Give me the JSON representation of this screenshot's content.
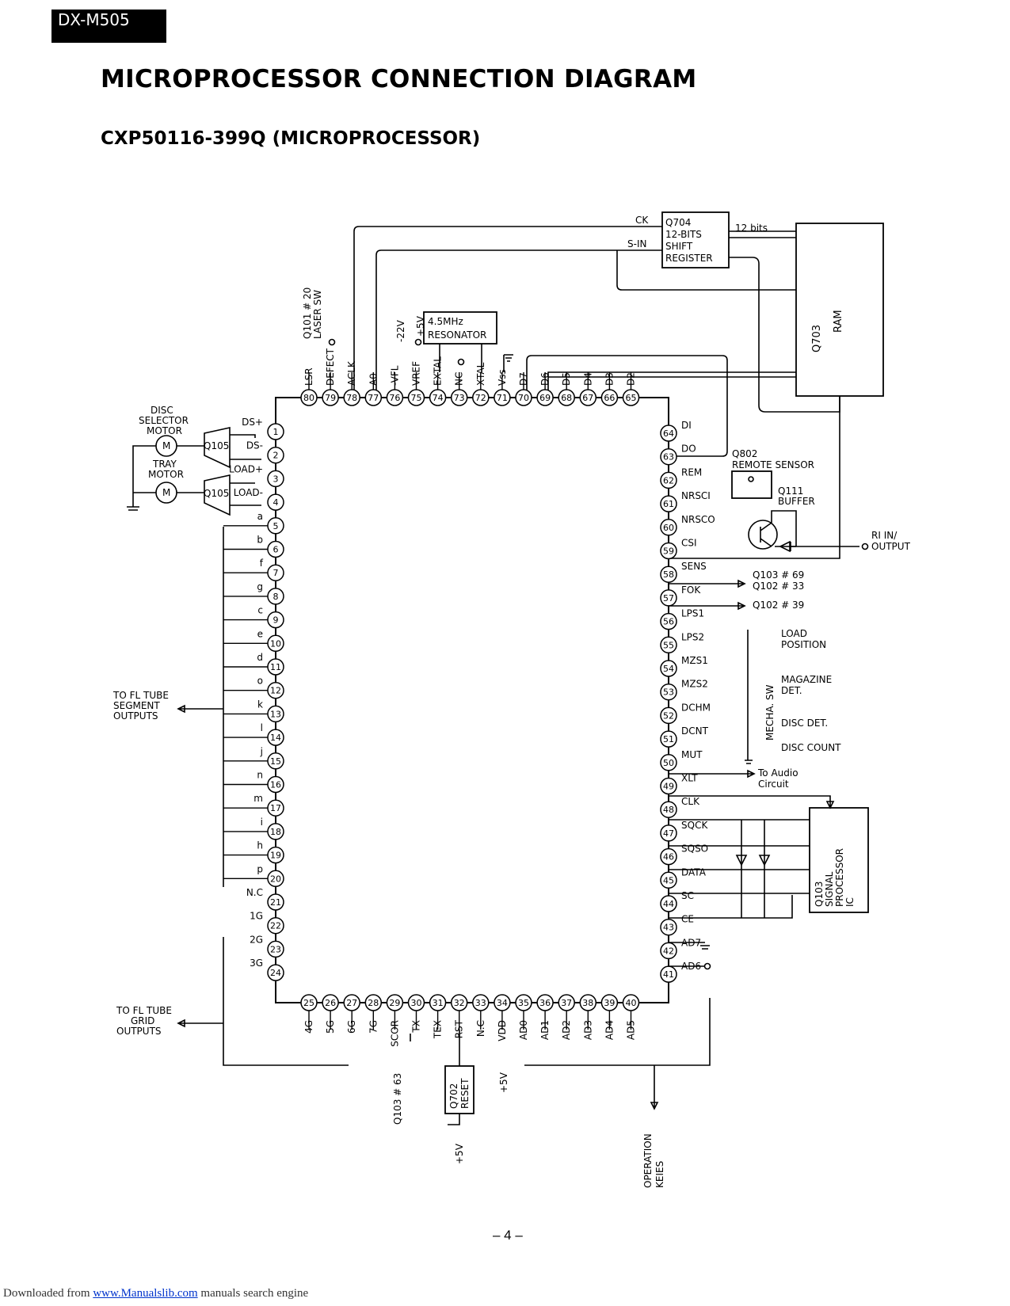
{
  "header": {
    "model": "DX-M505",
    "title": "MICROPROCESSOR CONNECTION DIAGRAM",
    "subtitle": "CXP50116-399Q (MICROPROCESSOR)"
  },
  "pins": {
    "top": [
      {
        "n": "80",
        "label": "LSR"
      },
      {
        "n": "79",
        "label": "DEFECT"
      },
      {
        "n": "78",
        "label": "ACLK"
      },
      {
        "n": "77",
        "label": "A0"
      },
      {
        "n": "76",
        "label": "-VFL"
      },
      {
        "n": "75",
        "label": "VREF"
      },
      {
        "n": "74",
        "label": "EXTAL"
      },
      {
        "n": "73",
        "label": "NC"
      },
      {
        "n": "72",
        "label": "XTAL"
      },
      {
        "n": "71",
        "label": "Vss"
      },
      {
        "n": "70",
        "label": "D7"
      },
      {
        "n": "69",
        "label": "D6"
      },
      {
        "n": "68",
        "label": "D5"
      },
      {
        "n": "67",
        "label": "D4"
      },
      {
        "n": "66",
        "label": "D3"
      },
      {
        "n": "65",
        "label": "D2"
      }
    ],
    "left": [
      {
        "n": "1",
        "label": "DS+"
      },
      {
        "n": "2",
        "label": "DS-"
      },
      {
        "n": "3",
        "label": "LOAD+"
      },
      {
        "n": "4",
        "label": "LOAD-"
      },
      {
        "n": "5",
        "label": "a"
      },
      {
        "n": "6",
        "label": "b"
      },
      {
        "n": "7",
        "label": "f"
      },
      {
        "n": "8",
        "label": "g"
      },
      {
        "n": "9",
        "label": "c"
      },
      {
        "n": "10",
        "label": "e"
      },
      {
        "n": "11",
        "label": "d"
      },
      {
        "n": "12",
        "label": "o"
      },
      {
        "n": "13",
        "label": "k"
      },
      {
        "n": "14",
        "label": "l"
      },
      {
        "n": "15",
        "label": "j"
      },
      {
        "n": "16",
        "label": "n"
      },
      {
        "n": "17",
        "label": "m"
      },
      {
        "n": "18",
        "label": "i"
      },
      {
        "n": "19",
        "label": "h"
      },
      {
        "n": "20",
        "label": "p"
      },
      {
        "n": "21",
        "label": "N.C"
      },
      {
        "n": "22",
        "label": "1G"
      },
      {
        "n": "23",
        "label": "2G"
      },
      {
        "n": "24",
        "label": "3G"
      }
    ],
    "right": [
      {
        "n": "64",
        "label": "DI"
      },
      {
        "n": "63",
        "label": "DO"
      },
      {
        "n": "62",
        "label": "REM"
      },
      {
        "n": "61",
        "label": "NRSCI"
      },
      {
        "n": "60",
        "label": "NRSCO"
      },
      {
        "n": "59",
        "label": "CSI"
      },
      {
        "n": "58",
        "label": "SENS"
      },
      {
        "n": "57",
        "label": "FOK"
      },
      {
        "n": "56",
        "label": "LPS1"
      },
      {
        "n": "55",
        "label": "LPS2"
      },
      {
        "n": "54",
        "label": "MZS1"
      },
      {
        "n": "53",
        "label": "MZS2"
      },
      {
        "n": "52",
        "label": "DCHM"
      },
      {
        "n": "51",
        "label": "DCNT"
      },
      {
        "n": "50",
        "label": "MUT"
      },
      {
        "n": "49",
        "label": "XLT"
      },
      {
        "n": "48",
        "label": "CLK"
      },
      {
        "n": "47",
        "label": "SQCK"
      },
      {
        "n": "46",
        "label": "SQSO"
      },
      {
        "n": "45",
        "label": "DATA"
      },
      {
        "n": "44",
        "label": "SC"
      },
      {
        "n": "43",
        "label": "CE"
      },
      {
        "n": "42",
        "label": "AD7"
      },
      {
        "n": "41",
        "label": "AD6"
      }
    ],
    "bottom": [
      {
        "n": "25",
        "label": "4G"
      },
      {
        "n": "26",
        "label": "5G"
      },
      {
        "n": "27",
        "label": "6G"
      },
      {
        "n": "28",
        "label": "7G"
      },
      {
        "n": "29",
        "label": "SCOR"
      },
      {
        "n": "30",
        "label": "TX"
      },
      {
        "n": "31",
        "label": "TEX"
      },
      {
        "n": "32",
        "label": "RST"
      },
      {
        "n": "33",
        "label": "N.C"
      },
      {
        "n": "34",
        "label": "VDD"
      },
      {
        "n": "35",
        "label": "AD0"
      },
      {
        "n": "36",
        "label": "AD1"
      },
      {
        "n": "37",
        "label": "AD2"
      },
      {
        "n": "38",
        "label": "AD3"
      },
      {
        "n": "39",
        "label": "AD4"
      },
      {
        "n": "40",
        "label": "AD5"
      }
    ]
  },
  "blocks": {
    "shift_register": [
      "Q704",
      "12-BITS",
      "SHIFT",
      "REGISTER"
    ],
    "ck": "CK",
    "s_in": "S-IN",
    "bits": "12 bits",
    "ram_ref": "Q703",
    "ram": "RAM",
    "resonator": [
      "4.5MHz",
      "RESONATOR"
    ],
    "laser_sw": [
      "Q101 # 20",
      "LASER SW"
    ],
    "minus22v": "-22V",
    "plus5v_top": "+5V",
    "disc_motor": [
      "DISC",
      "SELECTOR",
      "MOTOR"
    ],
    "tray_motor": [
      "TRAY",
      "MOTOR"
    ],
    "motor_symbol": "M",
    "driver": "Q105",
    "fl_segment": [
      "TO FL TUBE",
      "SEGMENT",
      "OUTPUTS"
    ],
    "fl_grid": [
      "TO FL TUBE",
      "GRID",
      "OUTPUTS"
    ],
    "remote": [
      "Q802",
      "REMOTE SENSOR"
    ],
    "buffer": [
      "Q111",
      "BUFFER"
    ],
    "rl_inout": [
      "RI IN/",
      "OUTPUT"
    ],
    "sens_targets": [
      "Q103 # 69",
      "Q102 # 33"
    ],
    "fok_target": "Q102 # 39",
    "load_position": [
      "LOAD",
      "POSITION"
    ],
    "magazine": [
      "MAGAZINE",
      "DET."
    ],
    "disc_det": "DISC DET.",
    "disc_count": "DISC COUNT",
    "mecha_sw": "MECHA. SW",
    "audio": [
      "To  Audio",
      "Circuit"
    ],
    "signal_processor": [
      "Q103",
      "SIGNAL",
      "PROCESSOR",
      "IC"
    ],
    "scor_target": "Q103 # 63",
    "reset": [
      "Q702",
      "RESET"
    ],
    "plus5v_reset": "+5V",
    "plus5v_vdd": "+5V",
    "operation_keys": [
      "OPERATION",
      "KEIES"
    ]
  },
  "page_number": "– 4 –",
  "footer": {
    "prefix": "Downloaded from ",
    "link": "www.Manualslib.com",
    "suffix": "  manuals search engine"
  }
}
